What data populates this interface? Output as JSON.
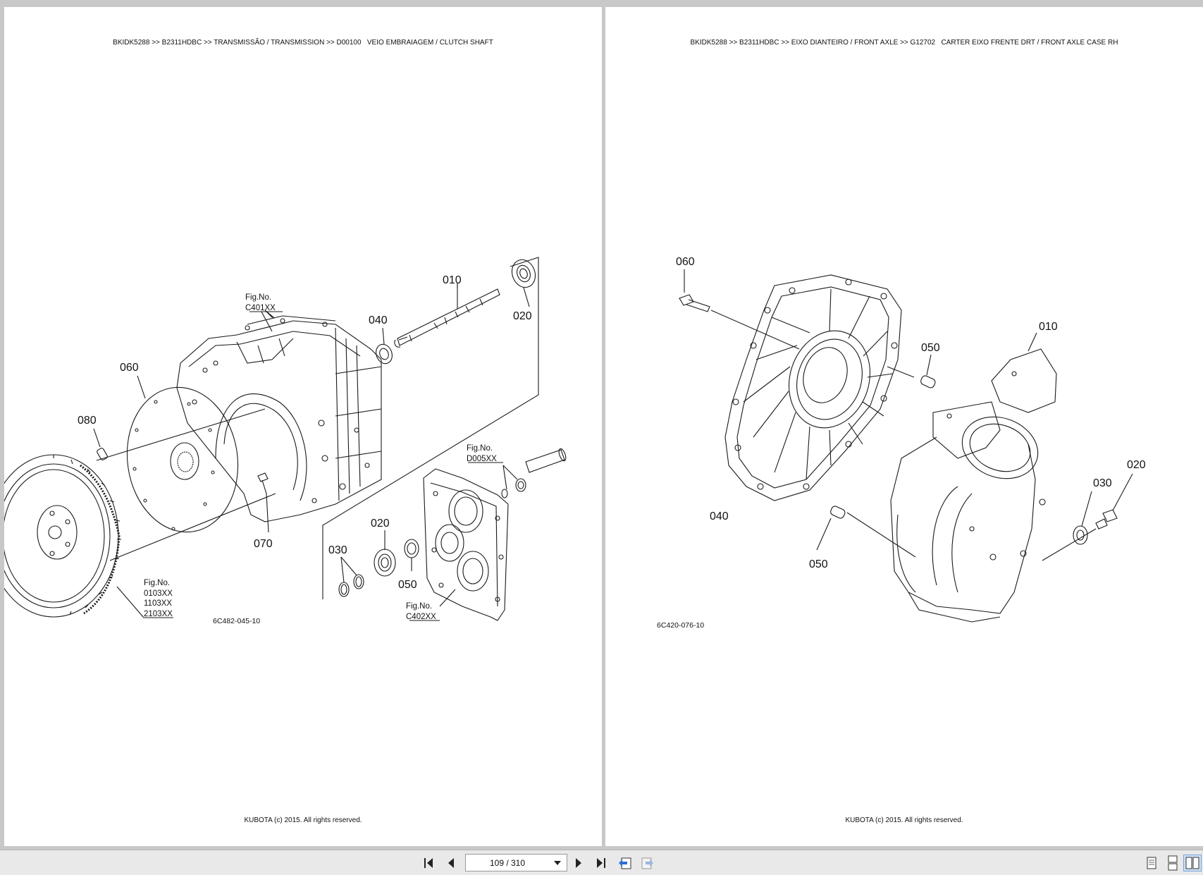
{
  "left_page": {
    "header": "BKIDK5288 >> B2311HDBC >> TRANSMISSÃO / TRANSMISSION >> D00100   VEIO EMBRAIAGEM / CLUTCH SHAFT",
    "footer": "KUBOTA (c) 2015. All rights reserved.",
    "drawing_number": "6C482-045-10",
    "callouts": {
      "p010": "010",
      "p020a": "020",
      "p040": "040",
      "p060": "060",
      "p080": "080",
      "p070": "070",
      "p020b": "020",
      "p030": "030",
      "p050": "050"
    },
    "fig_refs": {
      "c401_label": "Fig.No.",
      "c401_value": "C401XX",
      "d005_label": "Fig.No.",
      "d005_value": "D005XX",
      "c402_label": "Fig.No.",
      "c402_value": "C402XX",
      "flywheel_label": "Fig.No.",
      "flywheel_v1": "0103XX",
      "flywheel_v2": "1103XX",
      "flywheel_v3": "2103XX"
    }
  },
  "right_page": {
    "header": "BKIDK5288 >> B2311HDBC >> EIXO DIANTEIRO / FRONT AXLE >> G12702   CARTER EIXO FRENTE DRT / FRONT AXLE CASE RH",
    "footer": "KUBOTA (c) 2015. All rights reserved.",
    "drawing_number": "6C420-076-10",
    "callouts": {
      "p060": "060",
      "p050a": "050",
      "p010": "010",
      "p020": "020",
      "p030": "030",
      "p040": "040",
      "p050b": "050"
    }
  },
  "toolbar": {
    "page_indicator": "109 / 310",
    "icons": [
      "first-page-icon",
      "previous-page-icon",
      "next-page-icon",
      "last-page-icon",
      "previous-view-icon",
      "next-view-icon",
      "single-page-view-icon",
      "continuous-view-icon",
      "two-page-view-icon"
    ]
  }
}
